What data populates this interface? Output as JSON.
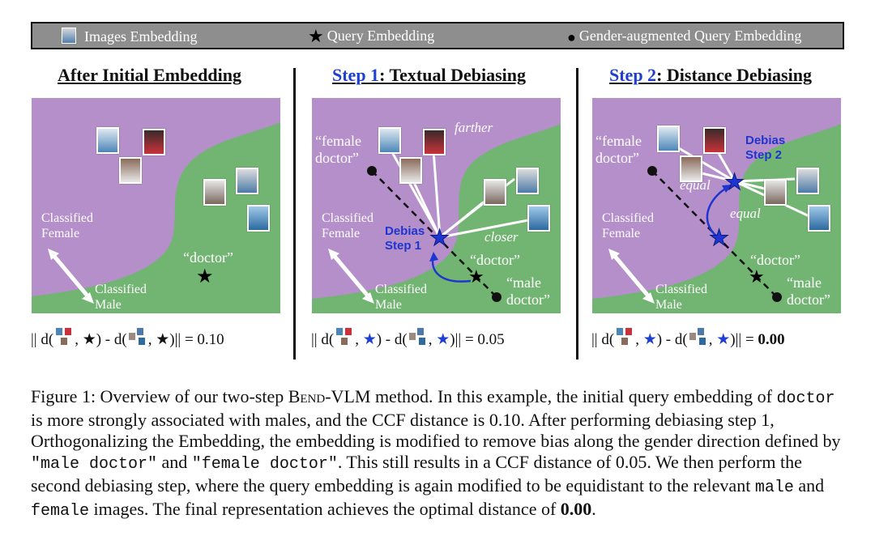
{
  "legend": {
    "images": "Images Embedding",
    "query": "Query Embedding",
    "augmented": "Gender-augmented Query Embedding"
  },
  "panel1": {
    "title": "After Initial Embedding"
  },
  "panel2": {
    "title_step": "Step 1",
    "title_rest": ": Textual Debiasing"
  },
  "panel3": {
    "title_step": "Step 2",
    "title_rest": ": Distance Debiasing"
  },
  "labels": {
    "classified_female_1": "Classified",
    "classified_female_2": "Female",
    "classified_male_1": "Classified",
    "classified_male_2": "Male",
    "doctor": "“doctor”",
    "female_doctor_1": "“female",
    "female_doctor_2": "doctor”",
    "male_doctor_1": "“male",
    "male_doctor_2": "doctor”",
    "farther": "farther",
    "closer": "closer",
    "equal": "equal",
    "debias1_a": "Debias",
    "debias1_b": "Step 1",
    "debias2_a": "Debias",
    "debias2_b": "Step 2"
  },
  "formulas": {
    "prefix": "|| d(",
    "mid": ") - d(",
    "suffix": ")|| =",
    "values": [
      "0.10",
      "0.05",
      "0.00"
    ]
  },
  "colors": {
    "female_region": "#b48fc9",
    "male_region": "#72b572",
    "step_blue": "#1f3fd0",
    "legend_bg": "#8e8e8e"
  },
  "caption": {
    "s1": "Figure 1: Overview of our two-step ",
    "bend": "Bend",
    "s2": "-VLM method. In this example, the initial query embedding of ",
    "doctor": "doctor",
    "s3": " is more strongly associated with males, and the CCF distance is ",
    "v1": "0.10",
    "s4": ". After performing debiasing step 1, Orthogonalizing the Embedding, the embedding is modified to remove bias along the gender direction defined by ",
    "male_doctor": "\"male doctor\"",
    "s5": " and ",
    "female_doctor": "\"female doctor\"",
    "s6": ". This still results in a CCF distance of ",
    "v2": "0.05",
    "s7": ". We then perform the second debiasing step, where the query embedding is again modified to be equidistant to the relevant ",
    "male": "male",
    "s8": " and ",
    "female": "female",
    "s9": " images. The final representation achieves the optimal distance of ",
    "v3": "0.00",
    "s10": "."
  }
}
